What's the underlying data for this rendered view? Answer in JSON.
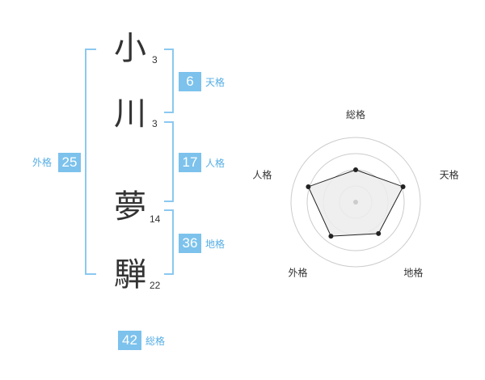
{
  "name": {
    "chars": [
      {
        "char": "小",
        "strokes": "3"
      },
      {
        "char": "川",
        "strokes": "3"
      },
      {
        "char": "夢",
        "strokes": "14"
      },
      {
        "char": "騨",
        "strokes": "22"
      }
    ]
  },
  "fortunes": {
    "tenkaku": {
      "value": "6",
      "label": "天格"
    },
    "jinkaku": {
      "value": "17",
      "label": "人格"
    },
    "chikaku": {
      "value": "36",
      "label": "地格"
    },
    "gaikaku": {
      "value": "25",
      "label": "外格"
    },
    "soukaku": {
      "value": "42",
      "label": "総格"
    }
  },
  "colors": {
    "accent": "#7cc2ec",
    "bracket": "#8cc8f0",
    "label": "#56aee4"
  },
  "chart_data": {
    "type": "radar",
    "axes": [
      "総格",
      "天格",
      "地格",
      "外格",
      "人格"
    ],
    "values": [
      0.5,
      0.77,
      0.6,
      0.65,
      0.77
    ],
    "range": [
      0,
      1
    ],
    "rings": 4,
    "grid": true
  }
}
